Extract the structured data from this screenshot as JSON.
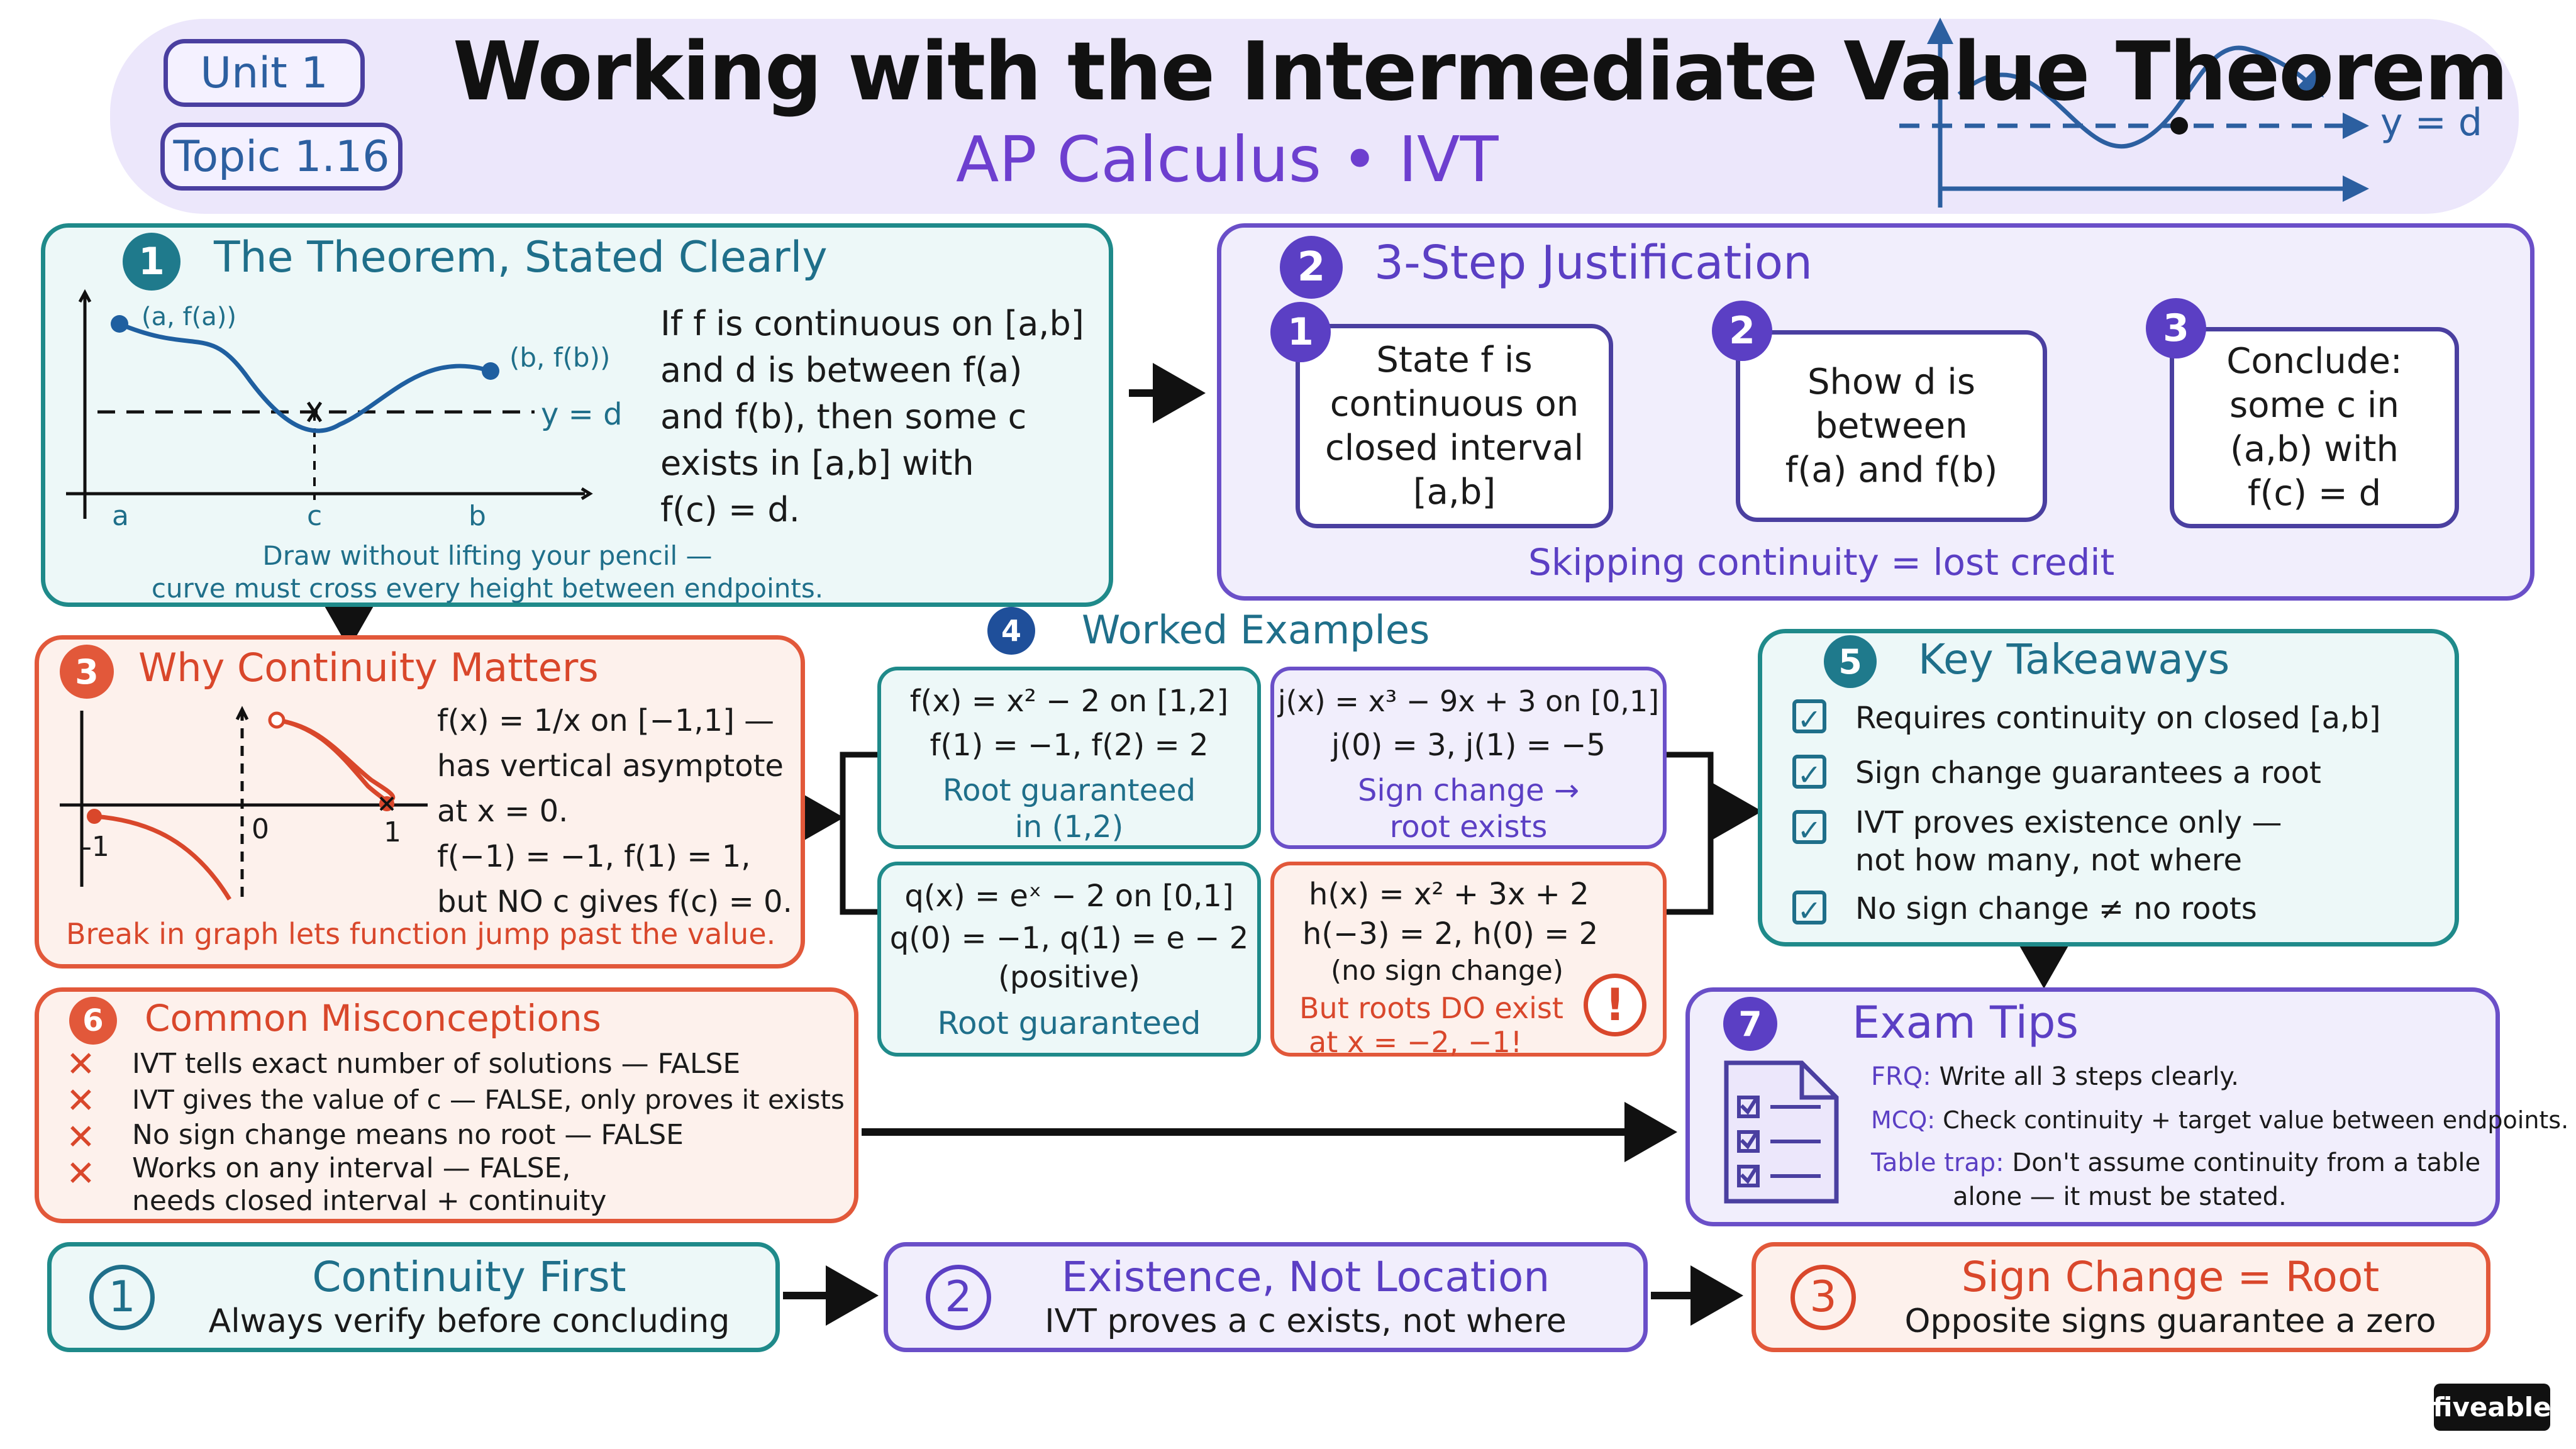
{
  "header": {
    "unit": "Unit 1",
    "topic": "Topic 1.16",
    "title": "Working with the Intermediate Value Theorem",
    "subtitle": "AP Calculus • IVT",
    "graph_label": "y = d"
  },
  "theorem": {
    "number": "1",
    "title": "The Theorem, Stated Clearly",
    "point_a": "(a, f(a))",
    "point_b": "(b, f(b))",
    "line_label": "y = d",
    "tick_a": "a",
    "tick_c": "c",
    "tick_b": "b",
    "lines": [
      "If f is continuous on [a,b]",
      "and d is between f(a)",
      "and f(b), then some c",
      "exists in [a,b] with",
      "f(c) = d."
    ],
    "caption": [
      "Draw without lifting your pencil —",
      "curve must cross every height between endpoints."
    ]
  },
  "justification": {
    "number": "2",
    "title": "3-Step Justification",
    "steps": [
      {
        "num": "1",
        "lines": [
          "State f is",
          "continuous on",
          "closed interval",
          "[a,b]"
        ]
      },
      {
        "num": "2",
        "lines": [
          "Show d is",
          "between",
          "f(a) and f(b)"
        ]
      },
      {
        "num": "3",
        "lines": [
          "Conclude:",
          "some c in",
          "(a,b) with",
          "f(c) = d"
        ]
      }
    ],
    "footer": "Skipping continuity = lost credit"
  },
  "continuity": {
    "number": "3",
    "title": "Why Continuity Matters",
    "tick_neg1": "-1",
    "tick_0": "0",
    "tick_1": "1",
    "lines": [
      "f(x) = 1/x on [−1,1] —",
      "has vertical asymptote",
      "at x = 0.",
      "f(−1) = −1, f(1) = 1,",
      "but NO c gives f(c) = 0."
    ],
    "footer": "Break in graph lets function jump past the value."
  },
  "examples": {
    "number": "4",
    "title": "Worked Examples",
    "ex1": {
      "lines": [
        "f(x) = x² − 2 on [1,2]",
        "f(1) = −1, f(2) = 2"
      ],
      "result": [
        "Root guaranteed",
        "in (1,2)"
      ]
    },
    "ex2": {
      "lines": [
        "j(x) = x³ − 9x + 3 on [0,1]",
        "j(0) = 3, j(1) = −5"
      ],
      "result": [
        "Sign change →",
        "root exists"
      ]
    },
    "ex3": {
      "lines": [
        "q(x) = eˣ − 2 on [0,1]",
        "q(0) = −1, q(1) = e − 2",
        "(positive)"
      ],
      "result": [
        "Root guaranteed"
      ]
    },
    "ex4": {
      "lines": [
        "h(x) = x² + 3x + 2",
        "h(−3) = 2, h(0) = 2",
        "(no sign change)"
      ],
      "result": [
        "But roots DO exist",
        "at x = −2, −1!"
      ],
      "alert": "!"
    }
  },
  "takeaways": {
    "number": "5",
    "title": "Key Takeaways",
    "items": [
      [
        "Requires continuity on closed [a,b]"
      ],
      [
        "Sign change guarantees a root"
      ],
      [
        "IVT proves existence only —",
        "not how many, not where"
      ],
      [
        "No sign change ≠ no roots"
      ]
    ]
  },
  "misconceptions": {
    "number": "6",
    "title": "Common Misconceptions",
    "items": [
      [
        "IVT tells exact number of solutions — FALSE"
      ],
      [
        "IVT gives the value of c — FALSE, only proves it exists"
      ],
      [
        "No sign change means no root — FALSE"
      ],
      [
        "Works on any interval — FALSE,",
        "needs closed interval + continuity"
      ]
    ]
  },
  "tips": {
    "number": "7",
    "title": "Exam Tips",
    "items": [
      {
        "label": "FRQ:",
        "text": "Write all 3 steps clearly."
      },
      {
        "label": "MCQ:",
        "text": "Check continuity + target value between endpoints."
      },
      {
        "label": "Table trap:",
        "text": "Don't assume continuity from a table",
        "text2": "alone — it must be stated."
      }
    ]
  },
  "bottom": [
    {
      "num": "1",
      "title": "Continuity First",
      "text": "Always verify before concluding"
    },
    {
      "num": "2",
      "title": "Existence, Not Location",
      "text": "IVT proves a c exists, not where"
    },
    {
      "num": "3",
      "title": "Sign Change = Root",
      "text": "Opposite signs guarantee a zero"
    }
  ],
  "brand": "fiveable",
  "colors": {
    "teal": "#1f8a8a",
    "purple": "#6a4fc8",
    "red": "#e2583a"
  }
}
